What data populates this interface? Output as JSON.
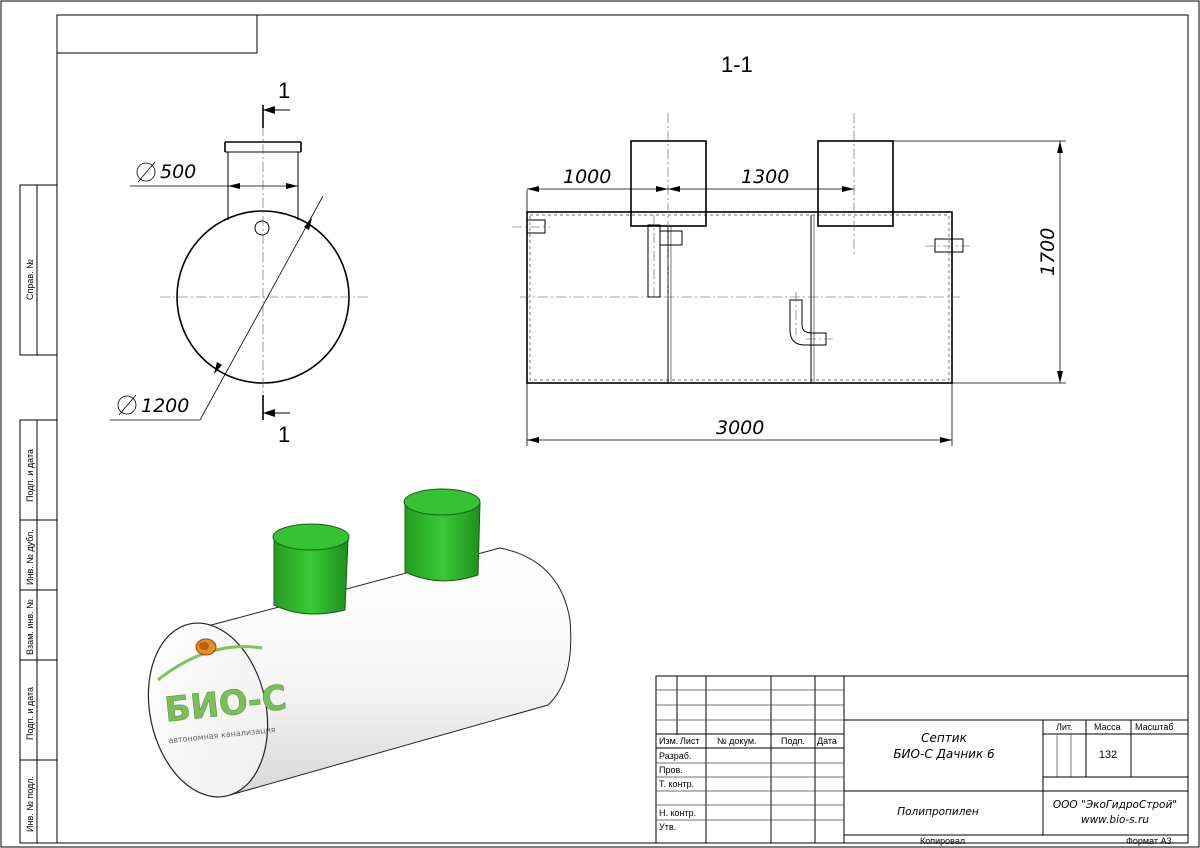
{
  "side_strip": {
    "sprav": "Справ. №",
    "podp_data_top": "Подп. и дата",
    "inv_dubl": "Инв. № дубл.",
    "vzam_inv": "Взам. инв. №",
    "podp_data_bottom": "Подп. и дата",
    "inv_podl": "Инв. № подл."
  },
  "front_view": {
    "section_mark": "1",
    "neck_diameter": "500",
    "body_diameter": "1200"
  },
  "section_view": {
    "title": "1-1",
    "dim_first_chamber": "1000",
    "dim_between_necks": "1300",
    "dim_total_length": "3000",
    "dim_height": "1700"
  },
  "render_3d": {
    "logo_text": "БИО-С",
    "logo_subtitle": "автономная канализация",
    "colors": {
      "lid": "#2fb82c",
      "lid_dark": "#1e8c1c",
      "body": "#ffffff",
      "pipe": "#e8892a",
      "logo": "#7cc35a"
    }
  },
  "title_block": {
    "headers": [
      "Изм.",
      "Лист",
      "№ докум.",
      "Подп.",
      "Дата"
    ],
    "rows": [
      "Разраб.",
      "Пров.",
      "Т. контр.",
      "",
      "Н. контр.",
      "Утв."
    ],
    "product_name_line1": "Септик",
    "product_name_line2": "БИО-С Дачник 6",
    "lit_label": "Лит.",
    "mass_label": "Масса",
    "scale_label": "Масштаб",
    "mass_value": "132",
    "material": "Полипропилен",
    "company_line1": "ООО \"ЭкоГидроСтрой\"",
    "company_line2": "www.bio-s.ru"
  },
  "footer": {
    "copied": "Копировал",
    "format": "Формат А3"
  }
}
